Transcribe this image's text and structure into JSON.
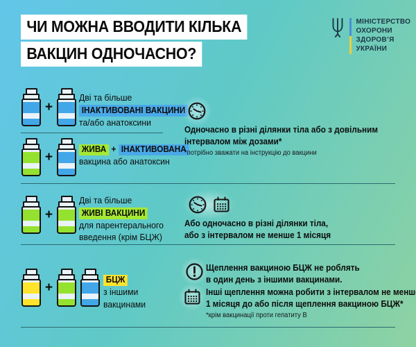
{
  "header": {
    "title_line1": "ЧИ МОЖНА ВВОДИТИ КІЛЬКА",
    "title_line2": "ВАКЦИН ОДНОЧАСНО?",
    "ministry": {
      "line1": "МІНІСТЕРСТВО",
      "line2": "ОХОРОНИ",
      "line3": "ЗДОРОВ’Я",
      "line4": "УКРАЇНИ"
    }
  },
  "colors": {
    "vial_blue": "#42a7e8",
    "vial_green": "#94e22f",
    "vial_yellow": "#ffe32c",
    "hl_blue": "#4aa9e8",
    "hl_green": "#a5e834",
    "hl_yellow": "#ffe32c",
    "bg_start": "#62c6ea",
    "bg_end": "#8ed2a2",
    "divider": "#2c6a70",
    "flag_blue": "#4a8fd6",
    "flag_yellow": "#efcf3a"
  },
  "section1": {
    "item1": {
      "plus": "+",
      "line1": "Дві та більше",
      "highlight": "ІНАКТИВОВАНІ ВАКЦИНИ",
      "line3": "та/або анатоксини"
    },
    "item2": {
      "plus": "+",
      "hl_live": "ЖИВА",
      "plus_sep": "+",
      "hl_inact": "ІНАКТИВОВАНА",
      "line2": "вакцина або анатоксин"
    },
    "answer": {
      "line1": "Одночасно в різні ділянки тіла або з довільним",
      "line2": "інтервалом між дозами*",
      "note": "*потрібно зважати на інструкцію до вакцини"
    }
  },
  "section2": {
    "item": {
      "plus": "+",
      "line1": "Дві та більше",
      "highlight": "ЖИВІ ВАКЦИНИ",
      "line3": "для парентерального",
      "line4": "введення (крім БЦЖ)"
    },
    "answer": {
      "line1": "Або одночасно в різні ділянки тіла,",
      "line2": "або з інтервалом не менше 1 місяця"
    }
  },
  "section3": {
    "item": {
      "plus": "+",
      "highlight": "БЦЖ",
      "line2": "з іншими",
      "line3": "вакцинами"
    },
    "answer1": {
      "line1": "Щеплення вакциною БЦЖ не роблять",
      "line2": "в один день з іншими вакцинами."
    },
    "answer2": {
      "line1": "Інші щеплення можна робити з інтервалом не менше",
      "line2": "1 місяця до або після щеплення вакциною БЦЖ*"
    },
    "note": "*крім вакцинації проти гепатиту В"
  }
}
